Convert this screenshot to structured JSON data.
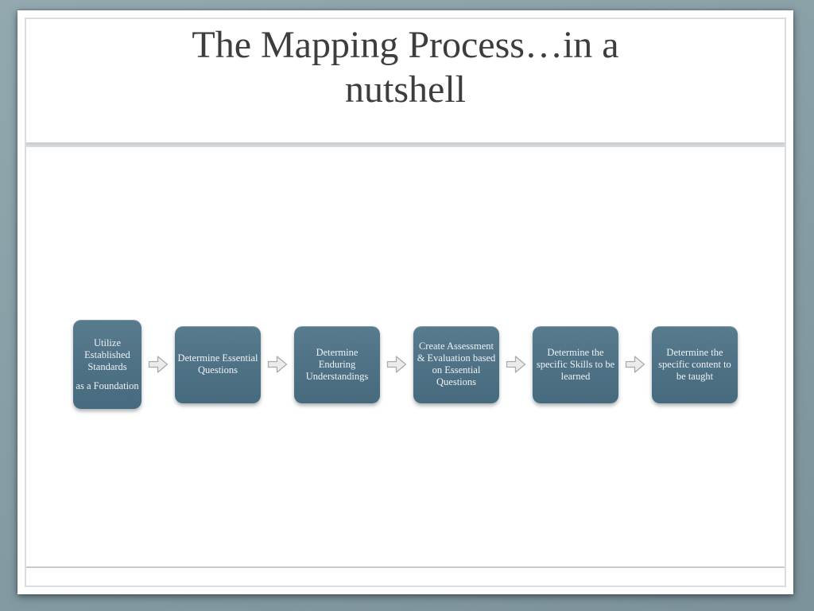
{
  "slide": {
    "title": "The Mapping Process…in a nutshell",
    "title_line1": "The Mapping Process…in a",
    "title_line2": "nutshell",
    "diagram": {
      "type": "process-flow",
      "arrow_icon": "right-block-arrow",
      "boxes": [
        {
          "lines": [
            "Utilize Established Standards",
            "as a Foundation"
          ]
        },
        {
          "lines": [
            "Determine Essential Questions"
          ]
        },
        {
          "lines": [
            "Determine Enduring Understandings"
          ]
        },
        {
          "lines": [
            "Create Assessment & Evaluation based on Essential Questions"
          ]
        },
        {
          "lines": [
            "Determine the specific Skills to be learned"
          ]
        },
        {
          "lines": [
            "Determine the specific content to be taught"
          ]
        }
      ]
    },
    "colors": {
      "desktop_background": "#89a0a8",
      "slide_background": "#ffffff",
      "inner_border": "#dadddf",
      "title_text": "#3d3d3d",
      "separator_rule": "#cdd2d4",
      "box_fill": "#4d7185",
      "box_text": "#eef3f5",
      "arrow_fill": "#ebebeb",
      "arrow_outline": "#a8acad"
    }
  }
}
